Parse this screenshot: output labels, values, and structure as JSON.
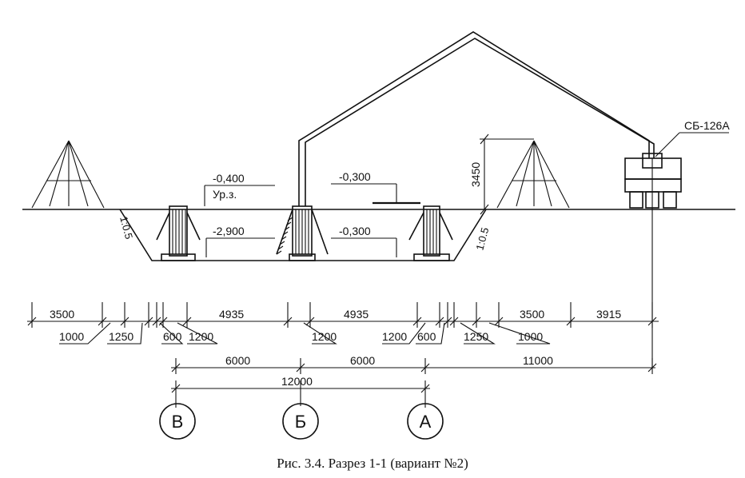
{
  "labels": {
    "elev_ground": "-0,400",
    "ground_level": "Ур.з.",
    "elev_pit_left": "-2,900",
    "elev_right_top": "-0,300",
    "elev_right_bottom": "-0,300",
    "height_3450": "3450",
    "slope_left": "1:0.5",
    "slope_right": "1:0.5",
    "pump": "СБ-126А"
  },
  "dimensions": {
    "row1": [
      "3500",
      "4935",
      "4935",
      "3500",
      "3915"
    ],
    "row1_sub": [
      "1000",
      "1250",
      "600",
      "1200",
      "1200",
      "1200",
      "600",
      "1250",
      "1000"
    ],
    "row2": [
      "6000",
      "6000",
      "11000"
    ],
    "row3": [
      "12000"
    ]
  },
  "axes": [
    "В",
    "Б",
    "А"
  ],
  "caption": "Рис. 3.4. Разрез 1-1 (вариант №2)"
}
